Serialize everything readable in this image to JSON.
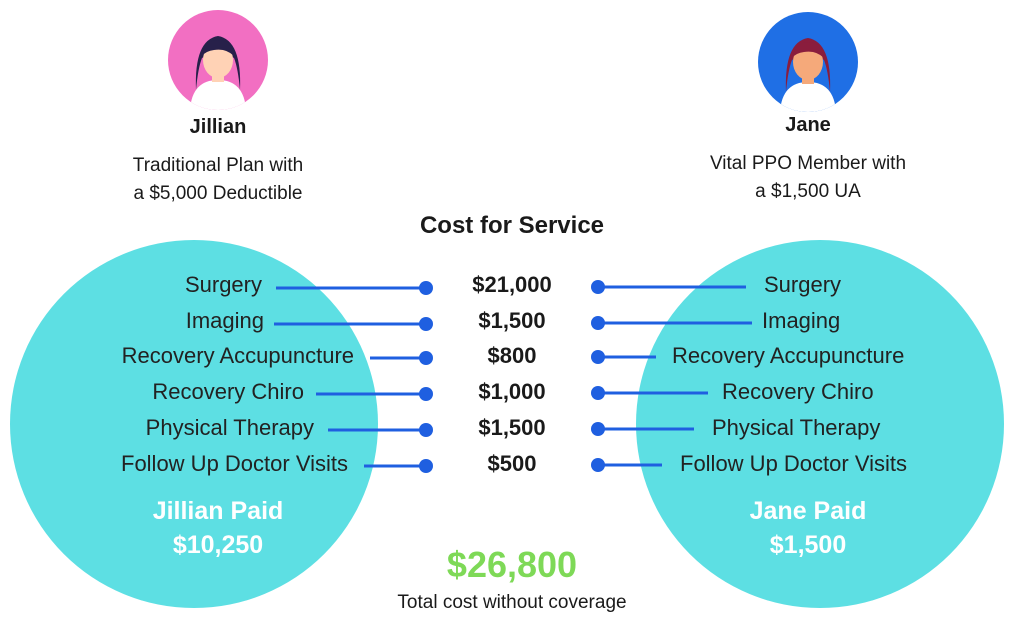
{
  "left_person": {
    "name": "Jillian",
    "plan_line1": "Traditional Plan with",
    "plan_line2": "a $5,000 Deductible",
    "paid_label": "Jillian Paid",
    "paid_amount": "$10,250",
    "avatar_color": "#f26fc2"
  },
  "right_person": {
    "name": "Jane",
    "plan_line1": "Vital PPO Member with",
    "plan_line2": "a $1,500 UA",
    "paid_label": "Jane Paid",
    "paid_amount": "$1,500",
    "avatar_color": "#1f6fe5"
  },
  "heading": "Cost for Service",
  "services": [
    {
      "name": "Surgery",
      "cost": "$21,000"
    },
    {
      "name": "Imaging",
      "cost": "$1,500"
    },
    {
      "name": "Recovery Accupuncture",
      "cost": "$800"
    },
    {
      "name": "Recovery Chiro",
      "cost": "$1,000"
    },
    {
      "name": "Physical Therapy",
      "cost": "$1,500"
    },
    {
      "name": "Follow Up Doctor Visits",
      "cost": "$500"
    }
  ],
  "total": {
    "amount": "$26,800",
    "label": "Total cost without coverage"
  },
  "colors": {
    "circle": "#5ddfe3",
    "connector": "#1f5fe0",
    "total": "#7ed957"
  }
}
